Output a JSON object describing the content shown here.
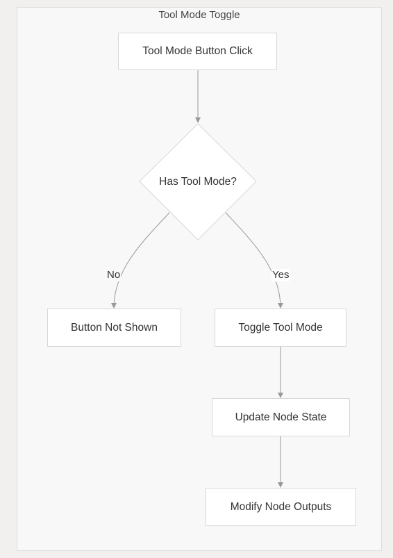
{
  "diagram": {
    "cluster_title": "Tool Mode Toggle",
    "nodes": {
      "tool_mode_button_click": "Tool Mode Button Click",
      "has_tool_mode": "Has Tool Mode?",
      "button_not_shown": "Button Not Shown",
      "toggle_tool_mode": "Toggle Tool Mode",
      "update_node_state": "Update Node State",
      "modify_node_outputs": "Modify Node Outputs"
    },
    "edge_labels": {
      "no": "No",
      "yes": "Yes"
    },
    "colors": {
      "background": "#f1f0ee",
      "cluster_fill": "#f8f8f8",
      "cluster_border": "#dcdcdc",
      "node_fill": "#ffffff",
      "node_border": "#d8d8d8",
      "edge": "#999999",
      "text": "#333333"
    }
  }
}
